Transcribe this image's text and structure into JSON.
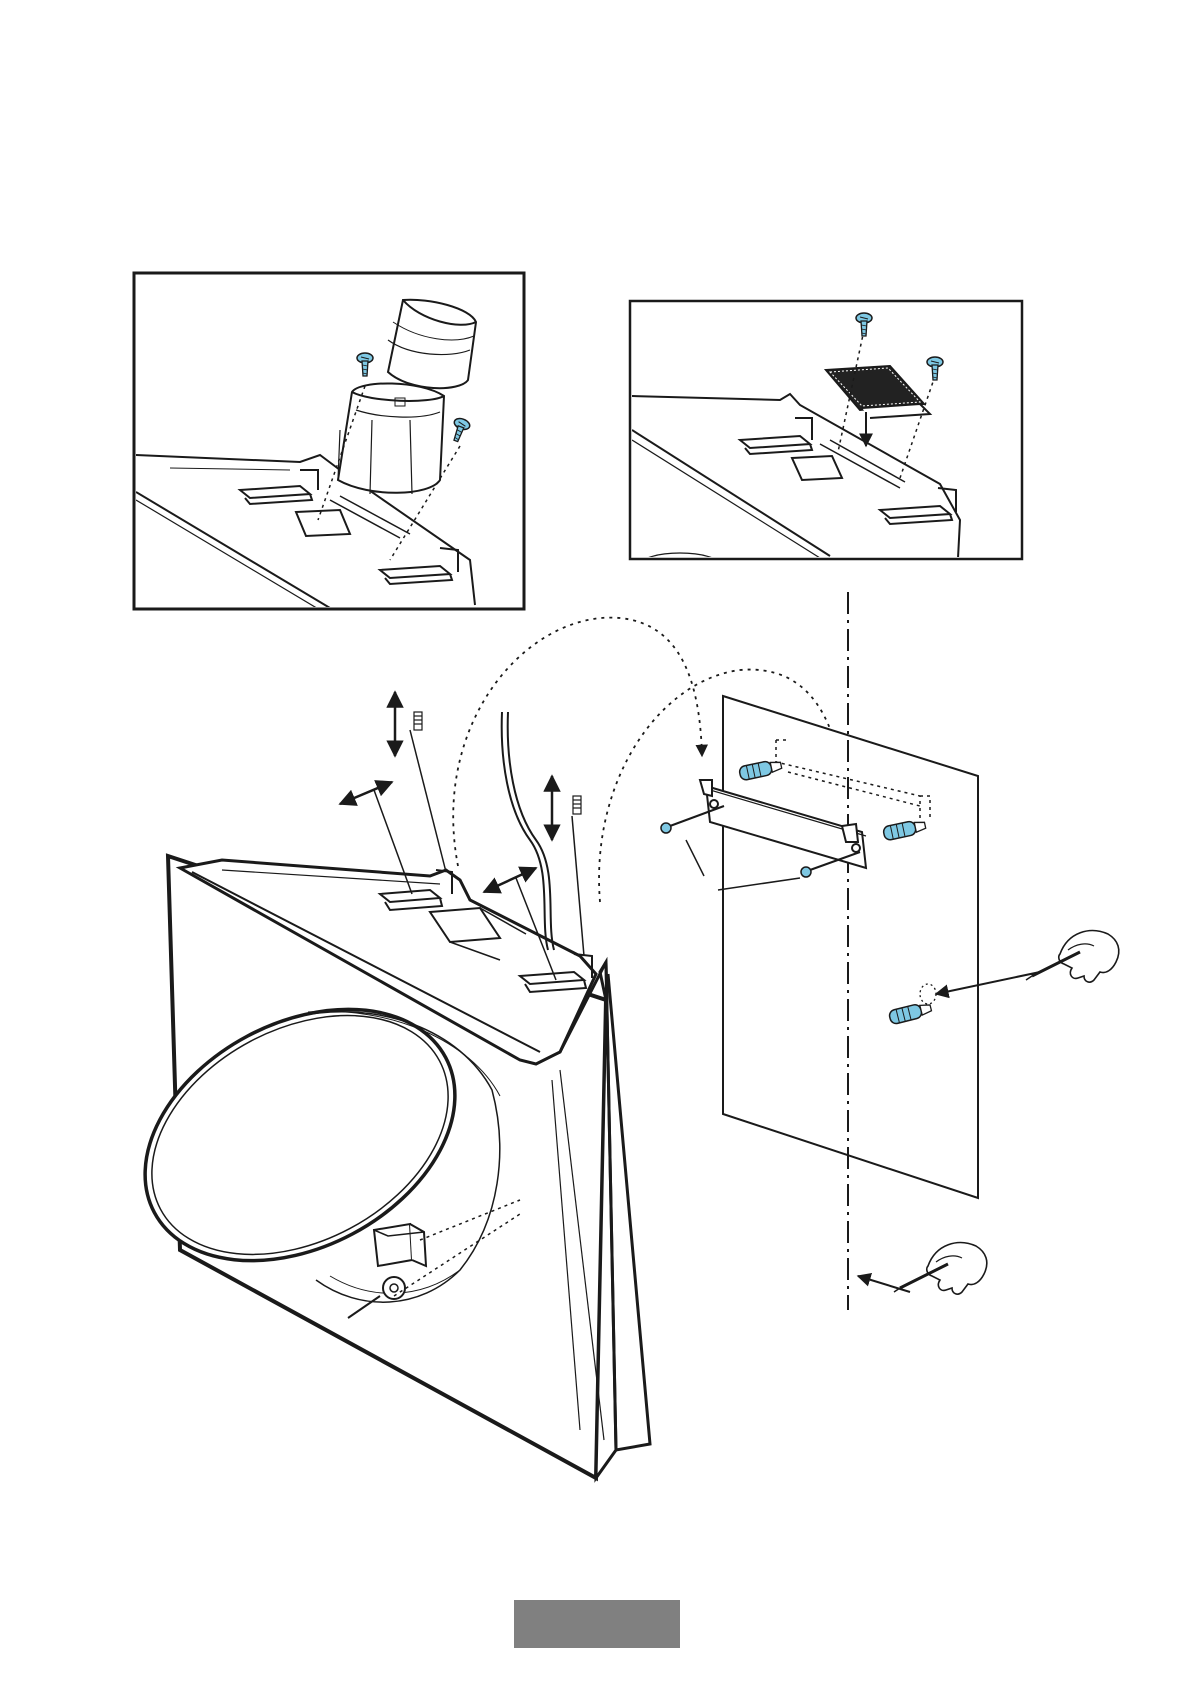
{
  "page": {
    "number_label": ""
  },
  "diagram": {
    "insets": [
      {
        "id": "duct-adapter-inset",
        "parts": [
          "duct-collar",
          "adapter-flange",
          "screw",
          "screw"
        ]
      },
      {
        "id": "grille-inset",
        "parts": [
          "grille-plate",
          "screw",
          "screw"
        ]
      }
    ],
    "main_parts": [
      "hood-body",
      "circular-filter-panel",
      "wall-bracket",
      "wall-plugs",
      "bracket-screws",
      "junction-box",
      "retaining-screw",
      "power-cable",
      "adjusters"
    ],
    "colors": {
      "line": "#1a1a1a",
      "screw_blue": "#7ec8e3",
      "screw_blue_dark": "#3b8fb0",
      "page_tab": "#808080",
      "background": "#ffffff"
    },
    "icons": [
      "hand-pencil-icon",
      "hand-pencil-icon"
    ]
  }
}
